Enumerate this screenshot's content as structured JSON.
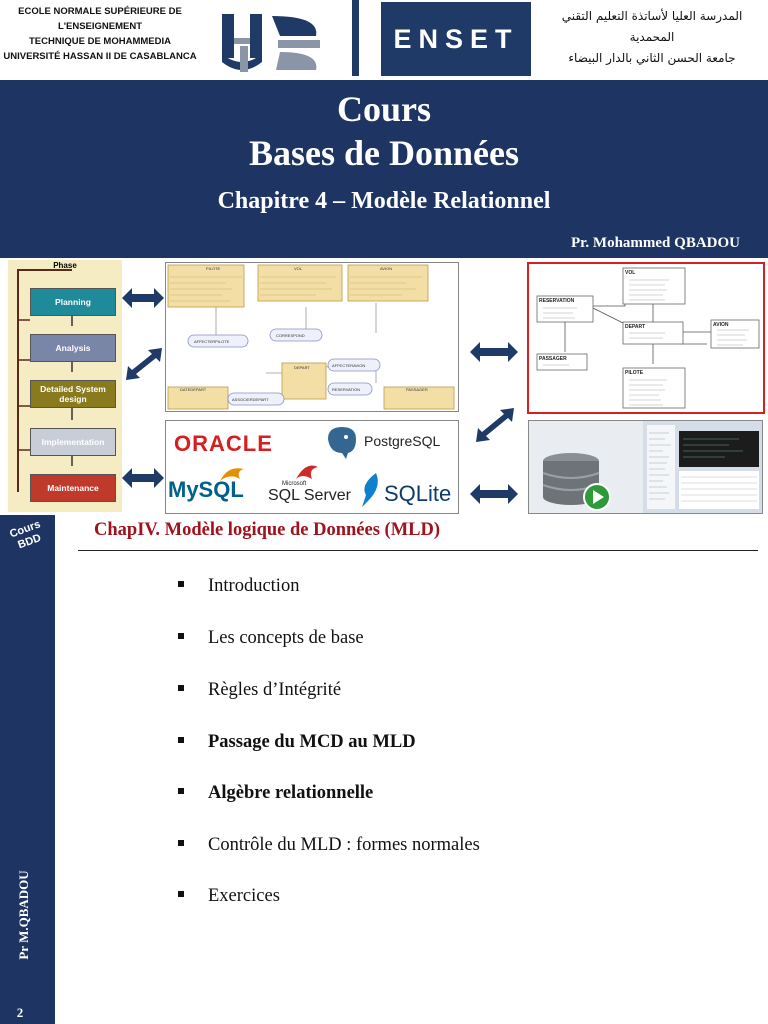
{
  "header": {
    "left_lines": [
      "ECOLE NORMALE SUPÉRIEURE DE",
      "L'ENSEIGNEMENT",
      "TECHNIQUE DE MOHAMMEDIA",
      "UNIVERSITÉ HASSAN II DE CASABLANCA"
    ],
    "brand": "ENSET",
    "right_lines": [
      "المدرسة العليا لأساتذة التعليم التقني",
      "المحمدية",
      "جامعة الحسن الثاني بالدار البيضاء"
    ]
  },
  "banner": {
    "line1": "Cours",
    "line2": "Bases de Données",
    "line3": "Chapitre 4 – Modèle Relationnel",
    "author": "Pr.  Mohammed QBADOU"
  },
  "phase_diagram": {
    "title": "Phase",
    "phases": [
      {
        "label": "Planning",
        "color": "#1f8a99"
      },
      {
        "label": "Analysis",
        "color": "#7a86a8"
      },
      {
        "label": "Detailed System design",
        "color": "#8a7a1e"
      },
      {
        "label": "Implementation",
        "color": "#c8cdd8"
      },
      {
        "label": "Maintenance",
        "color": "#c03a2b"
      }
    ]
  },
  "erd_left": {
    "entities": [
      "PILOTE",
      "VOL",
      "AVION",
      "DEPART",
      "PASSAGER",
      "DATEDEPART"
    ],
    "relations": [
      "AFFECTERPILOTE",
      "CORRESPOND",
      "AFFECTERAVION",
      "RESERVATION",
      "ASSOCIERDEPART"
    ]
  },
  "erd_right": {
    "tables": [
      "VOL",
      "RESERVATION",
      "DEPART",
      "AVION",
      "PASSAGER",
      "PILOTE"
    ]
  },
  "dbms_logos": [
    "ORACLE",
    "PostgreSQL",
    "MySQL",
    "Microsoft",
    "SQL Server",
    "SQLite"
  ],
  "slide": {
    "sidebar_course": "Cours\nBDD",
    "sidebar_author": "Pr  M.QBADOU",
    "page_number": "2",
    "chapter_heading": "ChapIV. Modèle logique de Données (MLD)",
    "items": [
      {
        "label": "Introduction",
        "bold": false
      },
      {
        "label": "Les concepts de base",
        "bold": false
      },
      {
        "label": "Règles d’Intégrité",
        "bold": false
      },
      {
        "label": "Passage du MCD au MLD",
        "bold": true
      },
      {
        "label": "Algèbre relationnelle",
        "bold": true
      },
      {
        "label": "Contrôle du MLD : formes normales",
        "bold": false
      },
      {
        "label": "Exercices",
        "bold": false
      }
    ]
  }
}
